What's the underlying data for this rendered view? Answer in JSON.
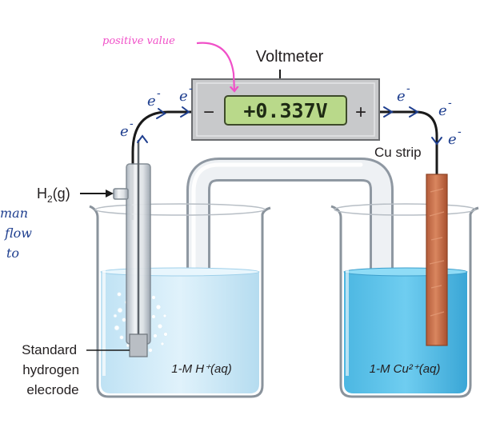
{
  "voltmeter": {
    "title": "Voltmeter",
    "reading": "+0.337V",
    "minus_sign": "−",
    "plus_sign": "+"
  },
  "labels": {
    "h2_gas_main": "H",
    "h2_gas_sub": "2",
    "h2_gas_tail": "(g)",
    "she_line1": "Standard",
    "she_line2": "hydrogen",
    "she_line3": "elecrode",
    "cu_strip": "Cu strip",
    "left_solution": "1-M H⁺(aq)",
    "right_solution": "1-M Cu²⁺(aq)"
  },
  "annotations": {
    "pink_note": "positive value",
    "electron": "e",
    "electron_charge": "-",
    "left_margin_line1": "man",
    "left_margin_line2": "flow",
    "left_margin_line3": "to"
  },
  "colors": {
    "lcd_green": "#b9d98a",
    "voltmeter_body": "#c8c9cb",
    "copper": "#c9704d",
    "cu_solution": "#5cc3e8",
    "h_solution": "#cfe9f6",
    "annotation_blue": "#1f3f8f",
    "annotation_pink": "#f050c8"
  }
}
